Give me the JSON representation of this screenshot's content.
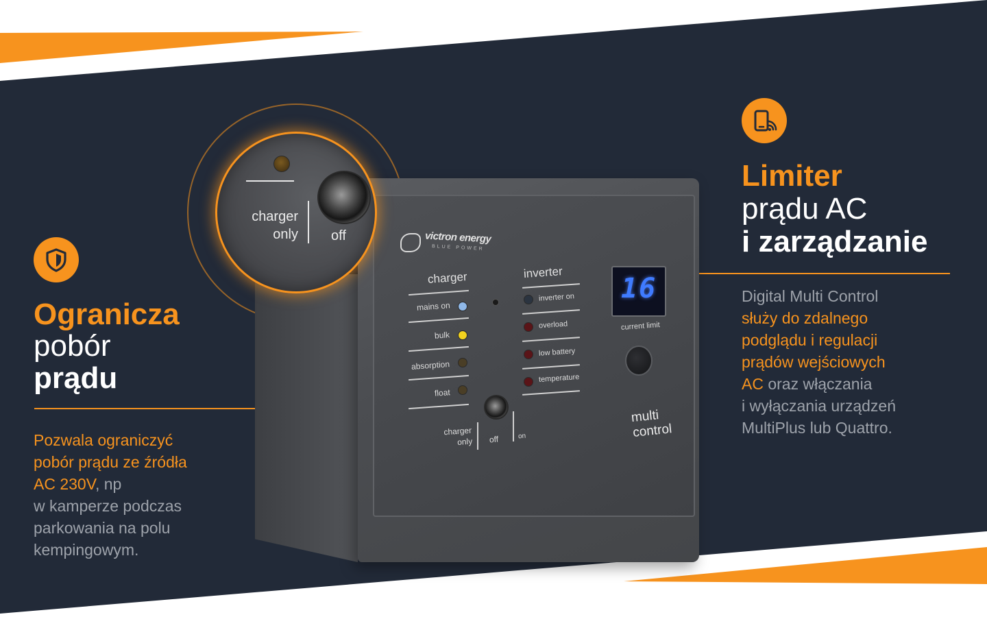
{
  "colors": {
    "accent": "#f7931e",
    "navy": "#222a38",
    "muted_text": "#9ea3ab",
    "white": "#ffffff"
  },
  "left": {
    "icon": "shield-icon",
    "heading_accent": "Ogranicza",
    "heading_light": "pobór",
    "heading_bold": "prądu",
    "para": {
      "hl_1": "Pozwala ograniczyć",
      "hl_2": "pobór prądu ze źródła",
      "hl_3": "AC 230V",
      "t_3": ", np",
      "t_4": "w kamperze podczas",
      "t_5": "parkowania na polu",
      "t_6": "kempingowym."
    }
  },
  "right": {
    "icon": "phone-wireless-icon",
    "heading_accent": "Limiter",
    "heading_light": "prądu AC",
    "heading_bold": "i zarządzanie",
    "para": {
      "t_1": "Digital Multi Control",
      "hl_2": "służy do zdalnego",
      "hl_3": "podglądu i regulacji",
      "hl_4": "prądów wejściowych",
      "hl_5": "AC",
      "t_5": " oraz włączania",
      "t_6": "i wyłączania urządzeń",
      "t_7": "MultiPlus lub Quattro."
    }
  },
  "device": {
    "brand": "victron energy",
    "brand_sub": "BLUE POWER",
    "charger_title": "charger",
    "charger_rows": [
      "mains on",
      "bulk",
      "absorption",
      "float"
    ],
    "charger_led_colors": [
      "#8fb8e8",
      "#f2d21e",
      "#4a3e26",
      "#4a3e26"
    ],
    "inverter_title": "inverter",
    "inverter_rows": [
      "inverter on",
      "overload",
      "low battery",
      "temperature"
    ],
    "inverter_led_colors": [
      "#2b3440",
      "#5a1418",
      "#5a1418",
      "#5a1418"
    ],
    "display_value": "16",
    "display_caption": "current limit",
    "product_name": "multi control",
    "switch_labels": {
      "charger_only": "charger\nonly",
      "off": "off",
      "on": "on"
    },
    "lens": {
      "charger_only": "charger\nonly",
      "off": "off"
    }
  }
}
